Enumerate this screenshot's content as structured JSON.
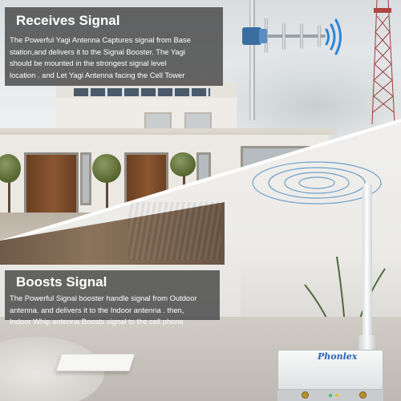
{
  "receives": {
    "title": "Receives Signal",
    "lines": [
      "The Powerful Yagi Antenna Captures signal from Base",
      "station,and delivers it to the Signal Booster. The Yagi",
      "should be mounted in the strongest signal level",
      "location . and Let Yagi Antenna facing the Cell Tower"
    ]
  },
  "boosts": {
    "title": "Boosts Signal",
    "lines": [
      "The Powerful Signal booster handle signal from Outdoor",
      "antenna. and delivers it to the Indoor antenna . then,",
      "Indoor Whip antenna Boosts signal to the cell phone"
    ]
  },
  "booster": {
    "brand": "Phonlex"
  },
  "colors": {
    "panel_bg": "#464646",
    "clamp": "#3a6ea0",
    "waves": "#2a86d6",
    "brand": "#2b63b4"
  },
  "icons": {
    "signal_waves": "signal-waves-icon"
  }
}
